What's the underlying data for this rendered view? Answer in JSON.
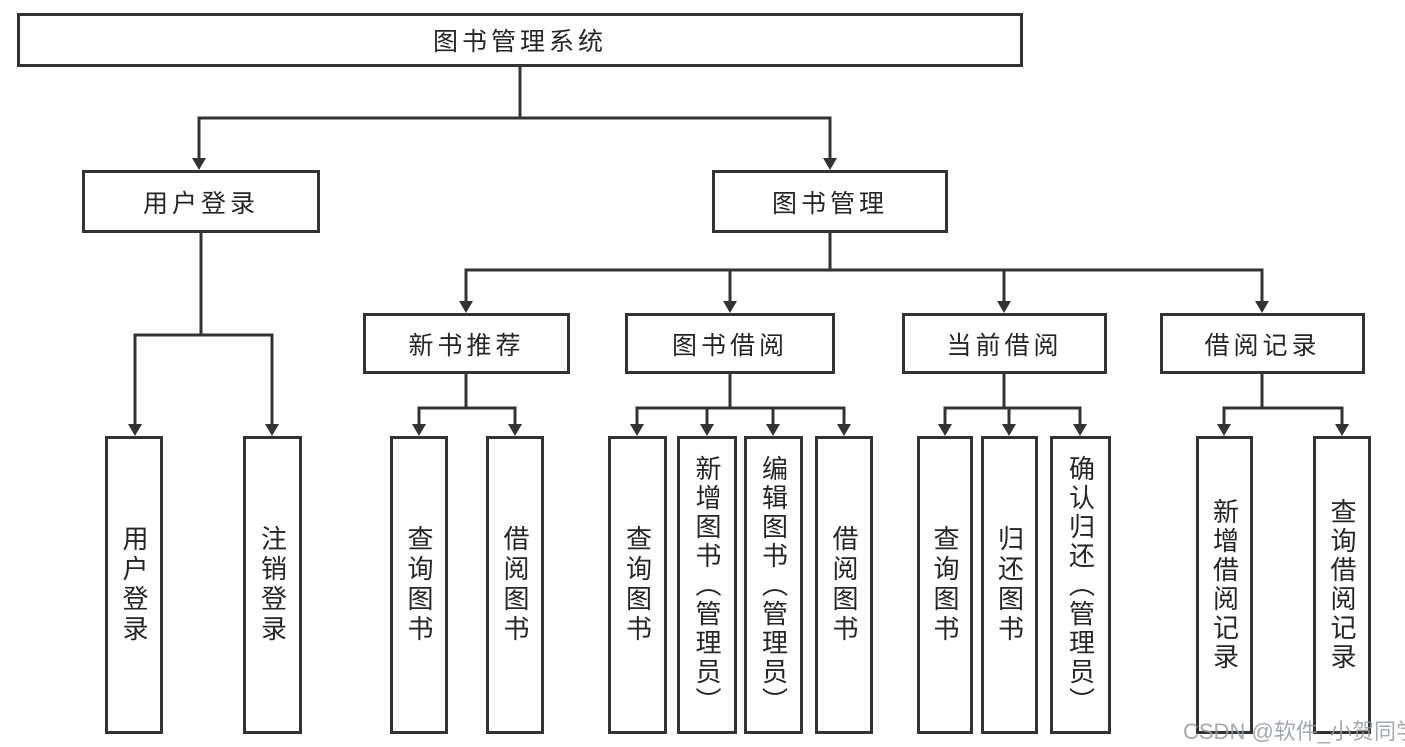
{
  "diagram": {
    "root": {
      "label": "图书管理系统"
    },
    "branches": [
      {
        "label": "用户登录",
        "children": [
          {
            "label": "用户登录"
          },
          {
            "label": "注销登录"
          }
        ]
      },
      {
        "label": "图书管理",
        "children": [
          {
            "label": "新书推荐",
            "children": [
              {
                "label": "查询图书"
              },
              {
                "label": "借阅图书"
              }
            ]
          },
          {
            "label": "图书借阅",
            "children": [
              {
                "label": "查询图书"
              },
              {
                "label": "新增图书（管理员）"
              },
              {
                "label": "编辑图书（管理员）"
              },
              {
                "label": "借阅图书"
              }
            ]
          },
          {
            "label": "当前借阅",
            "children": [
              {
                "label": "查询图书"
              },
              {
                "label": "归还图书"
              },
              {
                "label": "确认归还（管理员）"
              }
            ]
          },
          {
            "label": "借阅记录",
            "children": [
              {
                "label": "新增借阅记录"
              },
              {
                "label": "查询借阅记录"
              }
            ]
          }
        ]
      }
    ]
  },
  "colors": {
    "line": "#333333",
    "text": "#262626",
    "box_background": "#ffffff",
    "watermark": "#949aa0"
  },
  "watermark": {
    "text": "CSDN @软件_小贺同学"
  }
}
